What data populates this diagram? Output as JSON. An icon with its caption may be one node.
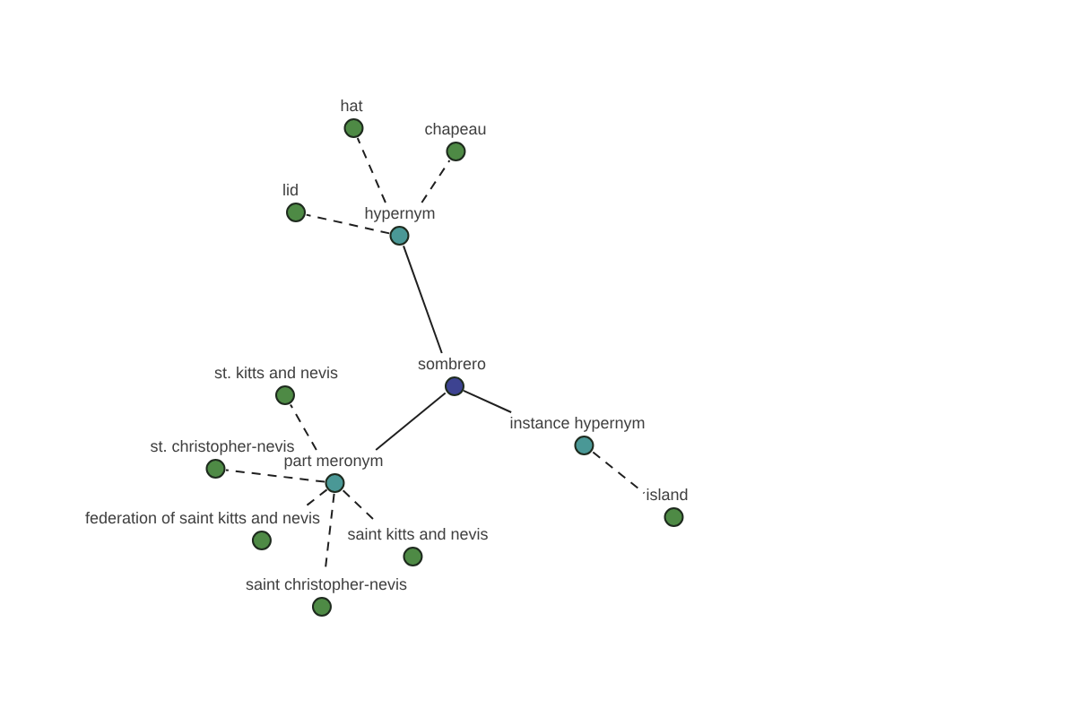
{
  "diagram": {
    "nodes": [
      {
        "text": [
          "hat"
        ]
      },
      {
        "text": [
          "chapeau"
        ]
      },
      {
        "text": [
          "lid"
        ]
      },
      {
        "text": [
          "hypernym"
        ]
      },
      {
        "text": [
          "sombrero"
        ]
      },
      {
        "text": [
          "st. kitts and nevis"
        ]
      },
      {
        "text": [
          "instance hypernym"
        ]
      },
      {
        "text": [
          "st. christopher-nevis"
        ]
      },
      {
        "text": [
          "part meronym"
        ]
      },
      {
        "text": [
          "island"
        ]
      },
      {
        "text": [
          "federation of saint kitts and nevis"
        ]
      },
      {
        "text": [
          "saint kitts and nevis"
        ]
      },
      {
        "text": [
          "saint christopher-nevis"
        ]
      }
    ],
    "edges": [
      {
        "from": 4,
        "to": 3,
        "arrow": "none"
      },
      {
        "from": 3,
        "to": 0,
        "arrow": "none",
        "style": "dashed"
      },
      {
        "from": 3,
        "to": 1,
        "arrow": "none",
        "style": "dashed"
      },
      {
        "from": 3,
        "to": 2,
        "arrow": "none",
        "style": "dashed"
      },
      {
        "from": 4,
        "to": 8,
        "arrow": "none"
      },
      {
        "from": 8,
        "to": 5,
        "arrow": "none",
        "style": "dashed"
      },
      {
        "from": 8,
        "to": 7,
        "arrow": "none",
        "style": "dashed"
      },
      {
        "from": 8,
        "to": 10,
        "arrow": "none",
        "style": "dashed"
      },
      {
        "from": 8,
        "to": 11,
        "arrow": "none",
        "style": "dashed"
      },
      {
        "from": 8,
        "to": 12,
        "arrow": "none",
        "style": "dashed"
      },
      {
        "from": 4,
        "to": 6,
        "arrow": "none"
      },
      {
        "from": 6,
        "to": 9,
        "arrow": "none",
        "style": "dashed"
      }
    ]
  }
}
